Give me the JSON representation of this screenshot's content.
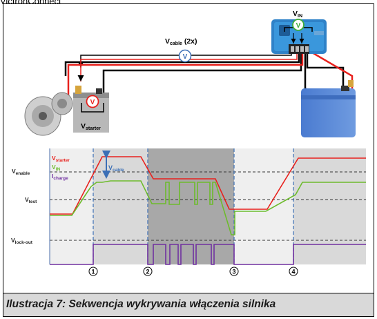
{
  "header": {
    "window_title": "VictronConnect"
  },
  "figure": {
    "labels": {
      "vin": [
        "V",
        "IN"
      ],
      "vcable": [
        "V",
        "cable",
        " (2x)"
      ],
      "vstarter": [
        "V",
        "starter"
      ],
      "v_symbol": "V"
    },
    "timing": {
      "legend": {
        "vstarter": [
          "V",
          "starter"
        ],
        "vin": [
          "V",
          "IN"
        ],
        "icharge": [
          "I",
          "charge"
        ]
      },
      "levels": {
        "venable": [
          "V",
          "enable"
        ],
        "vtest": [
          "V",
          "test"
        ],
        "vlockout": [
          "V",
          "lock-out"
        ]
      },
      "vcable_marker": [
        "V",
        "cable"
      ],
      "steps": [
        "1",
        "2",
        "3",
        "4"
      ]
    },
    "colors": {
      "starter": "#e8211d",
      "vin": "#6dbb2c",
      "charge": "#7030a0",
      "arrow": "#3b6fb6"
    }
  },
  "caption": {
    "text": "Ilustracja 7: Sekwencja wykrywania włączenia silnika"
  }
}
